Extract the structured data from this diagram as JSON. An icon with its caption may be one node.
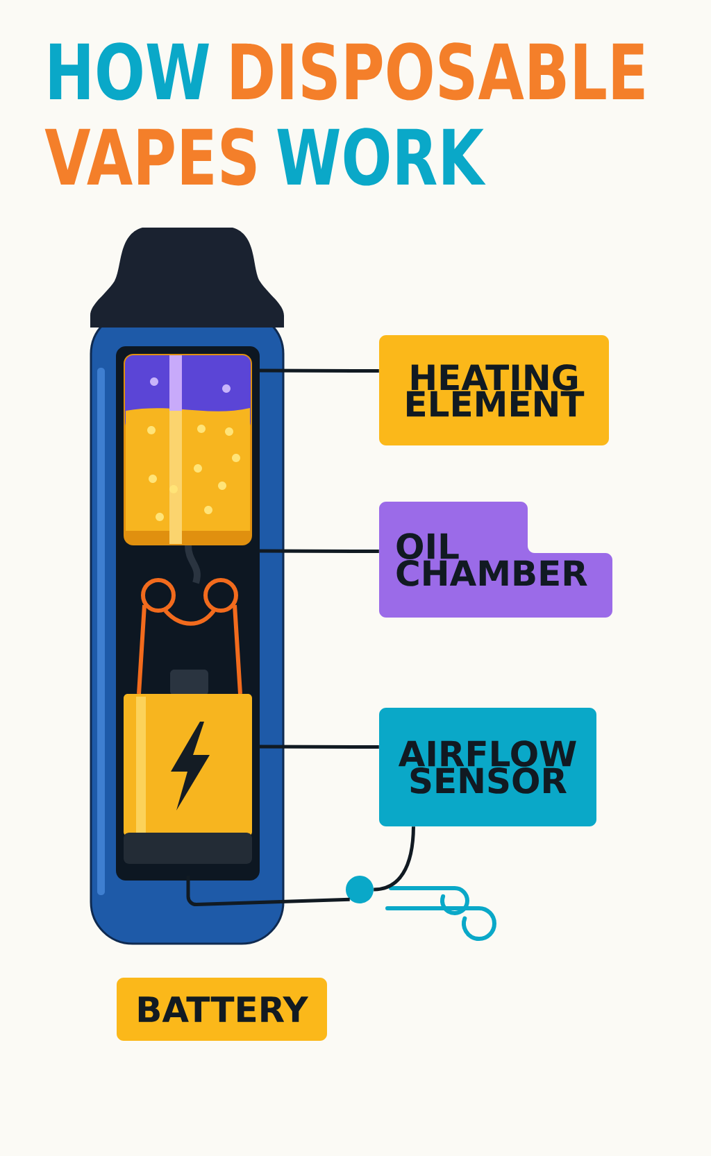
{
  "diagram": {
    "nodes": [
      {
        "text": [
          "HEATING ELEMENT"
        ]
      },
      {
        "text": [
          "OIL CHAMBER"
        ]
      },
      {
        "text": [
          "AIRFLOW SENSOR"
        ]
      },
      {
        "text": [
          "BATTERY"
        ]
      },
      {
        "text": [],
        "shape": "circle"
      }
    ],
    "edges": [
      {
        "from": 0,
        "to": null,
        "arrow": "none"
      },
      {
        "from": 1,
        "to": null,
        "arrow": "none"
      },
      {
        "from": 2,
        "to": null,
        "arrow": "none"
      },
      {
        "from": 2,
        "to": 4,
        "arrow": "none"
      },
      {
        "from": 4,
        "to": null,
        "arrow": "none"
      }
    ],
    "labels": [
      "HOW",
      "DISPOSABLE",
      "VAPES",
      "WORK"
    ]
  }
}
